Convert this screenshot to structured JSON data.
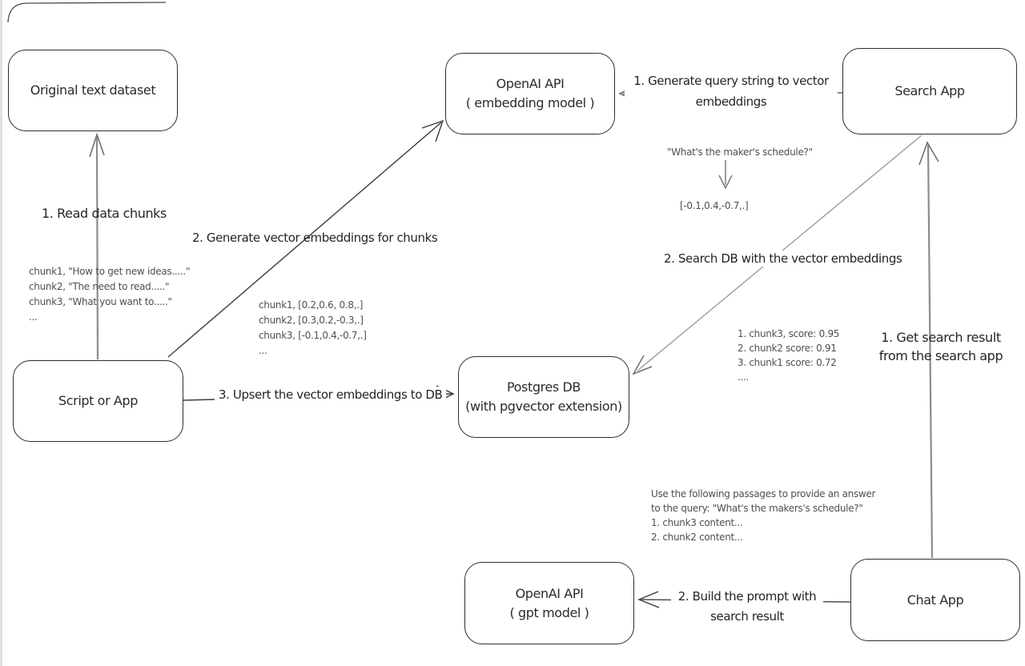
{
  "colors": {
    "box_stroke": "#2e2e2e",
    "connector_gray": "#8c8c8c",
    "connector_dark": "#3d3d3d",
    "label_text": "#242424",
    "annotation_text": "#4f4f4f",
    "background": "#ffffff"
  },
  "boxes": {
    "original": {
      "label": "Original text dataset"
    },
    "embedding_api": {
      "label": "OpenAI API",
      "sublabel": "( embedding model )"
    },
    "search_app": {
      "label": "Search App"
    },
    "script_app": {
      "label": "Script or App"
    },
    "postgres": {
      "label": "Postgres DB",
      "sublabel": "(with pgvector extension)"
    },
    "gpt_api": {
      "label": "OpenAI API",
      "sublabel": "( gpt model )"
    },
    "chat_app": {
      "label": "Chat App"
    }
  },
  "steps": {
    "read_chunks": "1. Read data chunks",
    "generate_embeddings": "2. Generate vector embeddings for chunks",
    "upsert": "3. Upsert the vector embeddings to DB",
    "query_to_vector_line1": "1. Generate query string to vector",
    "query_to_vector_line2": "embeddings",
    "search_db": "2. Search DB with the vector embeddings",
    "get_result_line1": "1. Get search result",
    "get_result_line2": "from the search app",
    "build_prompt_line1": "2. Build the prompt with",
    "build_prompt_line2": "search result"
  },
  "annotations": {
    "chunk_list": [
      "chunk1, \"How to get new ideas.....\"",
      "chunk2, \"The need to read.....\"",
      "chunk3, \"What you want to.....\"",
      "..."
    ],
    "vector_list": [
      "chunk1, [0.2,0.6, 0.8,.]",
      "chunk2, [0.3,0.2,-0.3,.]",
      "chunk3, [-0.1,0.4,-0.7,.]",
      "..."
    ],
    "query_string": "\"What's the maker's schedule?\"",
    "query_vector": "[-0.1,0.4,-0.7,.]",
    "search_results": [
      "1. chunk3, score: 0.95",
      "2. chunk2 score: 0.91",
      "3. chunk1 score: 0.72",
      "...."
    ],
    "prompt": [
      "Use the following passages to provide an answer",
      "to the query: \"What's the makers's schedule?\"",
      "1. chunk3 content...",
      "2. chunk2 content..."
    ]
  }
}
